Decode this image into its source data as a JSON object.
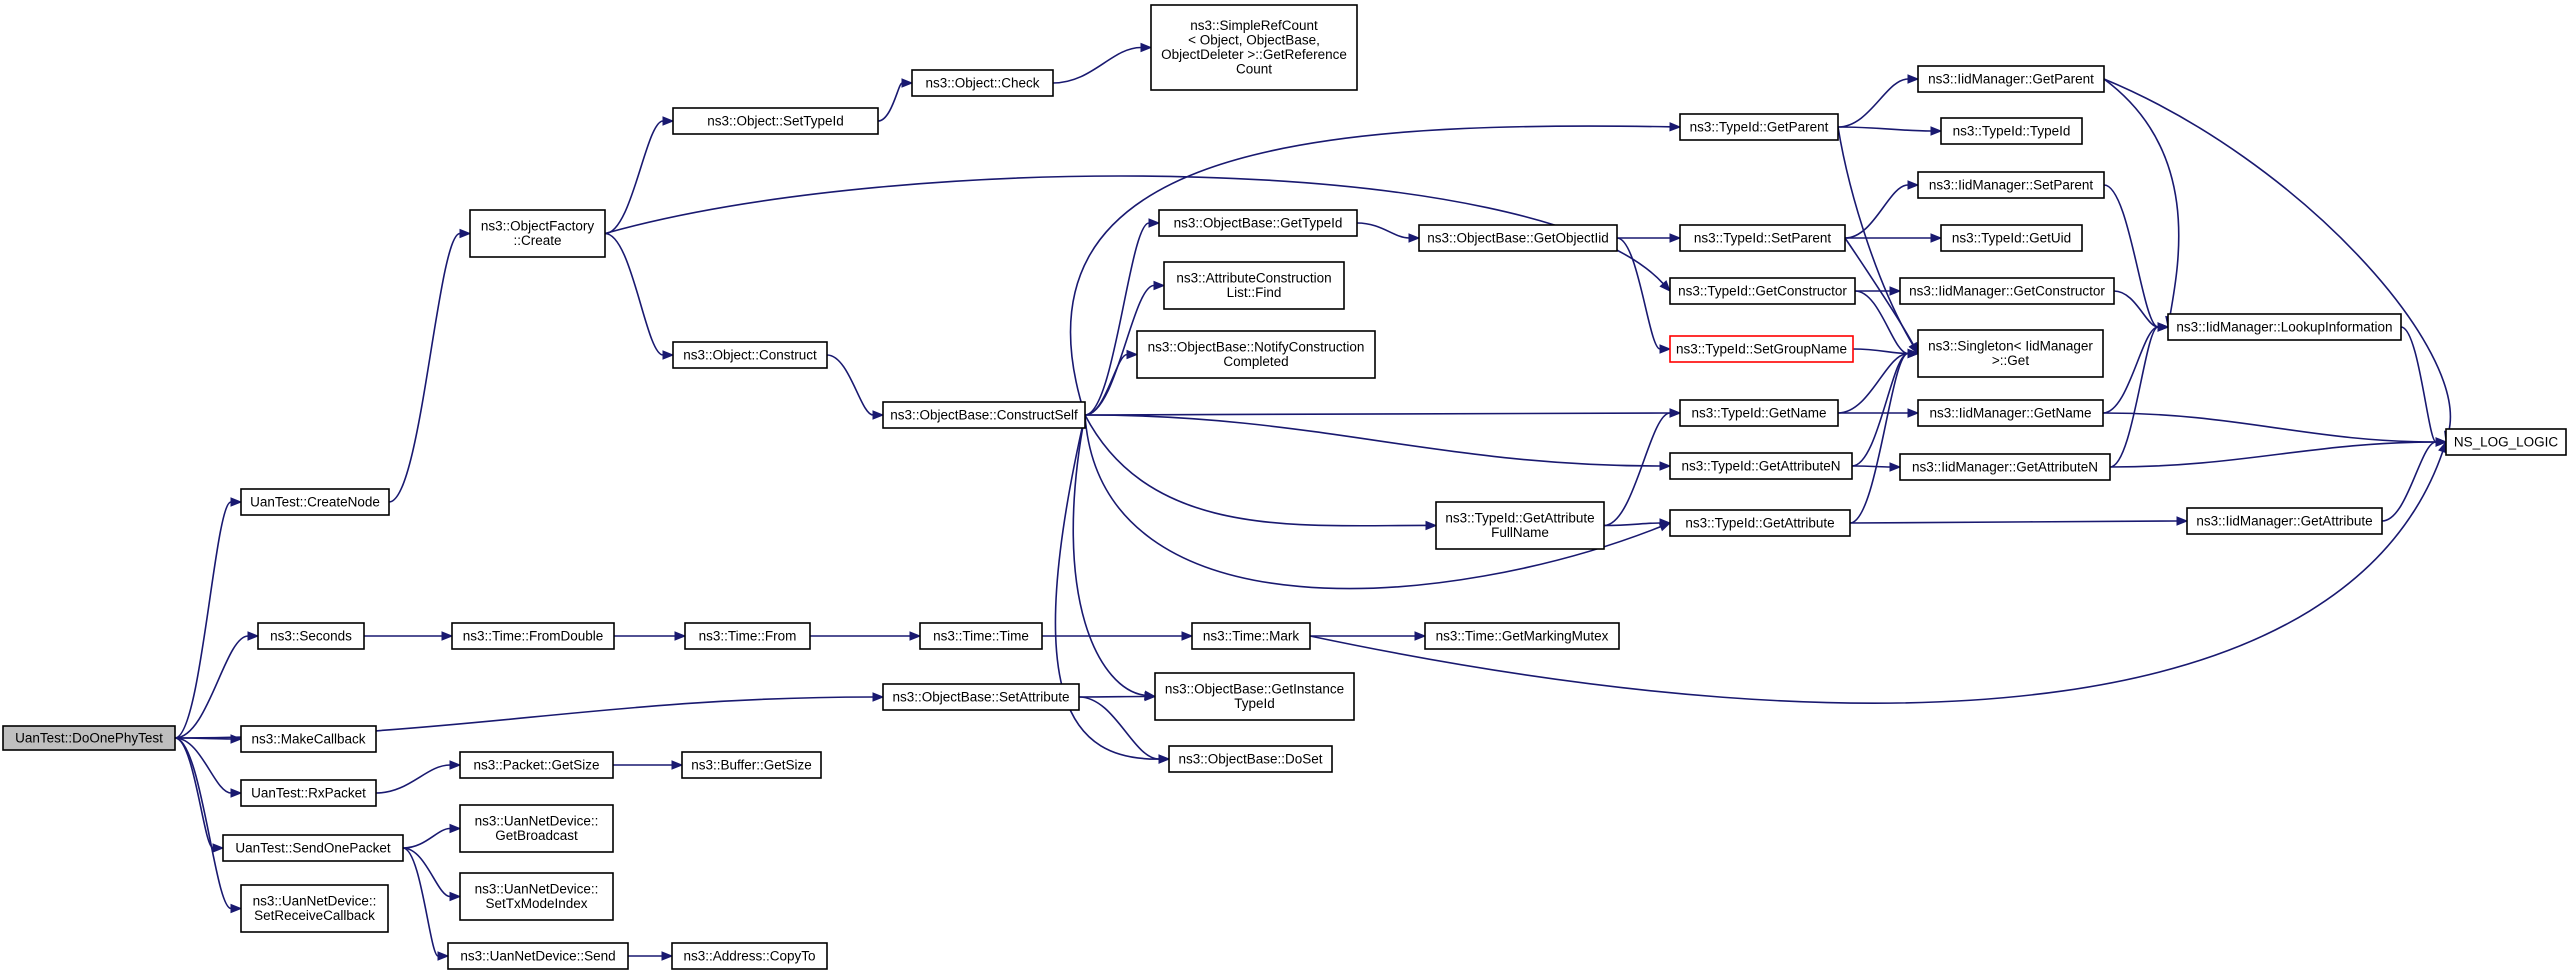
{
  "colors": {
    "edge": "#191970",
    "node_border": "#000000",
    "root_fill": "#bfbfbf",
    "highlight_border": "#ff0000"
  },
  "nodes": [
    {
      "id": "root",
      "lines": [
        "UanTest::DoOnePhyTest"
      ],
      "style": "root"
    },
    {
      "id": "createnode",
      "lines": [
        "UanTest::CreateNode"
      ]
    },
    {
      "id": "seconds",
      "lines": [
        "ns3::Seconds"
      ]
    },
    {
      "id": "setattr",
      "lines": [
        "ns3::ObjectBase::SetAttribute"
      ]
    },
    {
      "id": "makecb",
      "lines": [
        "ns3::MakeCallback"
      ]
    },
    {
      "id": "rxpacket",
      "lines": [
        "UanTest::RxPacket"
      ]
    },
    {
      "id": "sendone",
      "lines": [
        "UanTest::SendOnePacket"
      ]
    },
    {
      "id": "setrecv",
      "lines": [
        "ns3::UanNetDevice::",
        "SetReceiveCallback"
      ]
    },
    {
      "id": "objfactory",
      "lines": [
        "ns3::ObjectFactory",
        "::Create"
      ]
    },
    {
      "id": "settypeid",
      "lines": [
        "ns3::Object::SetTypeId"
      ]
    },
    {
      "id": "objcheck",
      "lines": [
        "ns3::Object::Check"
      ]
    },
    {
      "id": "simpleref",
      "lines": [
        "ns3::SimpleRefCount",
        "< Object, ObjectBase,",
        "ObjectDeleter >::GetReference",
        "Count"
      ]
    },
    {
      "id": "objconstruct",
      "lines": [
        "ns3::Object::Construct"
      ]
    },
    {
      "id": "constructself",
      "lines": [
        "ns3::ObjectBase::ConstructSelf"
      ]
    },
    {
      "id": "gettypeid",
      "lines": [
        "ns3::ObjectBase::GetTypeId"
      ]
    },
    {
      "id": "attrfind",
      "lines": [
        "ns3::AttributeConstruction",
        "List::Find"
      ]
    },
    {
      "id": "notifyconst",
      "lines": [
        "ns3::ObjectBase::NotifyConstruction",
        "Completed"
      ]
    },
    {
      "id": "getattrfull",
      "lines": [
        "ns3::TypeId::GetAttribute",
        "FullName"
      ]
    },
    {
      "id": "getinsttid",
      "lines": [
        "ns3::ObjectBase::GetInstance",
        "TypeId"
      ]
    },
    {
      "id": "doset",
      "lines": [
        "ns3::ObjectBase::DoSet"
      ]
    },
    {
      "id": "getobjiid",
      "lines": [
        "ns3::ObjectBase::GetObjectIid"
      ]
    },
    {
      "id": "tidgetparent",
      "lines": [
        "ns3::TypeId::GetParent"
      ]
    },
    {
      "id": "tidsetparent",
      "lines": [
        "ns3::TypeId::SetParent"
      ]
    },
    {
      "id": "tidgetctor",
      "lines": [
        "ns3::TypeId::GetConstructor"
      ]
    },
    {
      "id": "setgroupname",
      "lines": [
        "ns3::TypeId::SetGroupName"
      ],
      "style": "red"
    },
    {
      "id": "tidgetname",
      "lines": [
        "ns3::TypeId::GetName"
      ]
    },
    {
      "id": "tidgetattrn",
      "lines": [
        "ns3::TypeId::GetAttributeN"
      ]
    },
    {
      "id": "tidgetattr",
      "lines": [
        "ns3::TypeId::GetAttribute"
      ]
    },
    {
      "id": "iidgetparent",
      "lines": [
        "ns3::IidManager::GetParent"
      ]
    },
    {
      "id": "tidtypeid",
      "lines": [
        "ns3::TypeId::TypeId"
      ]
    },
    {
      "id": "iidsetparent",
      "lines": [
        "ns3::IidManager::SetParent"
      ]
    },
    {
      "id": "tidgetuid",
      "lines": [
        "ns3::TypeId::GetUid"
      ]
    },
    {
      "id": "iidgetctor",
      "lines": [
        "ns3::IidManager::GetConstructor"
      ]
    },
    {
      "id": "singleton",
      "lines": [
        "ns3::Singleton< IidManager",
        ">::Get"
      ]
    },
    {
      "id": "iidgetname",
      "lines": [
        "ns3::IidManager::GetName"
      ]
    },
    {
      "id": "iidgetattrn",
      "lines": [
        "ns3::IidManager::GetAttributeN"
      ]
    },
    {
      "id": "iidgetattr",
      "lines": [
        "ns3::IidManager::GetAttribute"
      ]
    },
    {
      "id": "lookup",
      "lines": [
        "ns3::IidManager::LookupInformation"
      ]
    },
    {
      "id": "nslog",
      "lines": [
        "NS_LOG_LOGIC"
      ]
    },
    {
      "id": "fromdouble",
      "lines": [
        "ns3::Time::FromDouble"
      ]
    },
    {
      "id": "timefrom",
      "lines": [
        "ns3::Time::From"
      ]
    },
    {
      "id": "timetime",
      "lines": [
        "ns3::Time::Time"
      ]
    },
    {
      "id": "timemark",
      "lines": [
        "ns3::Time::Mark"
      ]
    },
    {
      "id": "markmutex",
      "lines": [
        "ns3::Time::GetMarkingMutex"
      ]
    },
    {
      "id": "pktgetsize",
      "lines": [
        "ns3::Packet::GetSize"
      ]
    },
    {
      "id": "bufgetsize",
      "lines": [
        "ns3::Buffer::GetSize"
      ]
    },
    {
      "id": "getbroadcast",
      "lines": [
        "ns3::UanNetDevice::",
        "GetBroadcast"
      ]
    },
    {
      "id": "settxmode",
      "lines": [
        "ns3::UanNetDevice::",
        "SetTxModeIndex"
      ]
    },
    {
      "id": "uansend",
      "lines": [
        "ns3::UanNetDevice::Send"
      ]
    },
    {
      "id": "copyto",
      "lines": [
        "ns3::Address::CopyTo"
      ]
    }
  ],
  "edges": [
    [
      "root",
      "createnode"
    ],
    [
      "root",
      "seconds"
    ],
    [
      "root",
      "setattr"
    ],
    [
      "root",
      "makecb"
    ],
    [
      "root",
      "rxpacket"
    ],
    [
      "root",
      "sendone"
    ],
    [
      "root",
      "setrecv"
    ],
    [
      "createnode",
      "objfactory"
    ],
    [
      "objfactory",
      "settypeid"
    ],
    [
      "objfactory",
      "objconstruct"
    ],
    [
      "objfactory",
      "tidgetctor"
    ],
    [
      "settypeid",
      "objcheck"
    ],
    [
      "objcheck",
      "simpleref"
    ],
    [
      "objconstruct",
      "constructself"
    ],
    [
      "constructself",
      "gettypeid"
    ],
    [
      "constructself",
      "attrfind"
    ],
    [
      "constructself",
      "notifyconst"
    ],
    [
      "constructself",
      "tidgetparent"
    ],
    [
      "constructself",
      "tidgetname"
    ],
    [
      "constructself",
      "tidgetattrn"
    ],
    [
      "constructself",
      "getattrfull"
    ],
    [
      "constructself",
      "tidgetattr"
    ],
    [
      "constructself",
      "getinsttid"
    ],
    [
      "constructself",
      "doset"
    ],
    [
      "gettypeid",
      "getobjiid"
    ],
    [
      "getobjiid",
      "tidsetparent"
    ],
    [
      "getobjiid",
      "setgroupname"
    ],
    [
      "tidgetparent",
      "iidgetparent"
    ],
    [
      "tidgetparent",
      "tidtypeid"
    ],
    [
      "tidgetparent",
      "singleton"
    ],
    [
      "tidsetparent",
      "iidsetparent"
    ],
    [
      "tidsetparent",
      "tidgetuid"
    ],
    [
      "tidsetparent",
      "singleton"
    ],
    [
      "tidgetctor",
      "iidgetctor"
    ],
    [
      "tidgetctor",
      "singleton"
    ],
    [
      "setgroupname",
      "singleton"
    ],
    [
      "tidgetname",
      "singleton"
    ],
    [
      "tidgetname",
      "iidgetname"
    ],
    [
      "tidgetattrn",
      "singleton"
    ],
    [
      "tidgetattrn",
      "iidgetattrn"
    ],
    [
      "tidgetattr",
      "singleton"
    ],
    [
      "tidgetattr",
      "iidgetattr"
    ],
    [
      "getattrfull",
      "tidgetname"
    ],
    [
      "getattrfull",
      "tidgetattr"
    ],
    [
      "iidgetparent",
      "lookup"
    ],
    [
      "iidgetparent",
      "nslog"
    ],
    [
      "iidsetparent",
      "lookup"
    ],
    [
      "iidgetctor",
      "lookup"
    ],
    [
      "iidgetname",
      "lookup"
    ],
    [
      "iidgetname",
      "nslog"
    ],
    [
      "iidgetattrn",
      "lookup"
    ],
    [
      "iidgetattrn",
      "nslog"
    ],
    [
      "iidgetattr",
      "nslog"
    ],
    [
      "lookup",
      "nslog"
    ],
    [
      "seconds",
      "fromdouble"
    ],
    [
      "fromdouble",
      "timefrom"
    ],
    [
      "timefrom",
      "timetime"
    ],
    [
      "timetime",
      "timemark"
    ],
    [
      "timemark",
      "markmutex"
    ],
    [
      "timemark",
      "nslog"
    ],
    [
      "setattr",
      "getinsttid"
    ],
    [
      "setattr",
      "doset"
    ],
    [
      "rxpacket",
      "pktgetsize"
    ],
    [
      "pktgetsize",
      "bufgetsize"
    ],
    [
      "sendone",
      "getbroadcast"
    ],
    [
      "sendone",
      "settxmode"
    ],
    [
      "sendone",
      "uansend"
    ],
    [
      "uansend",
      "copyto"
    ]
  ]
}
